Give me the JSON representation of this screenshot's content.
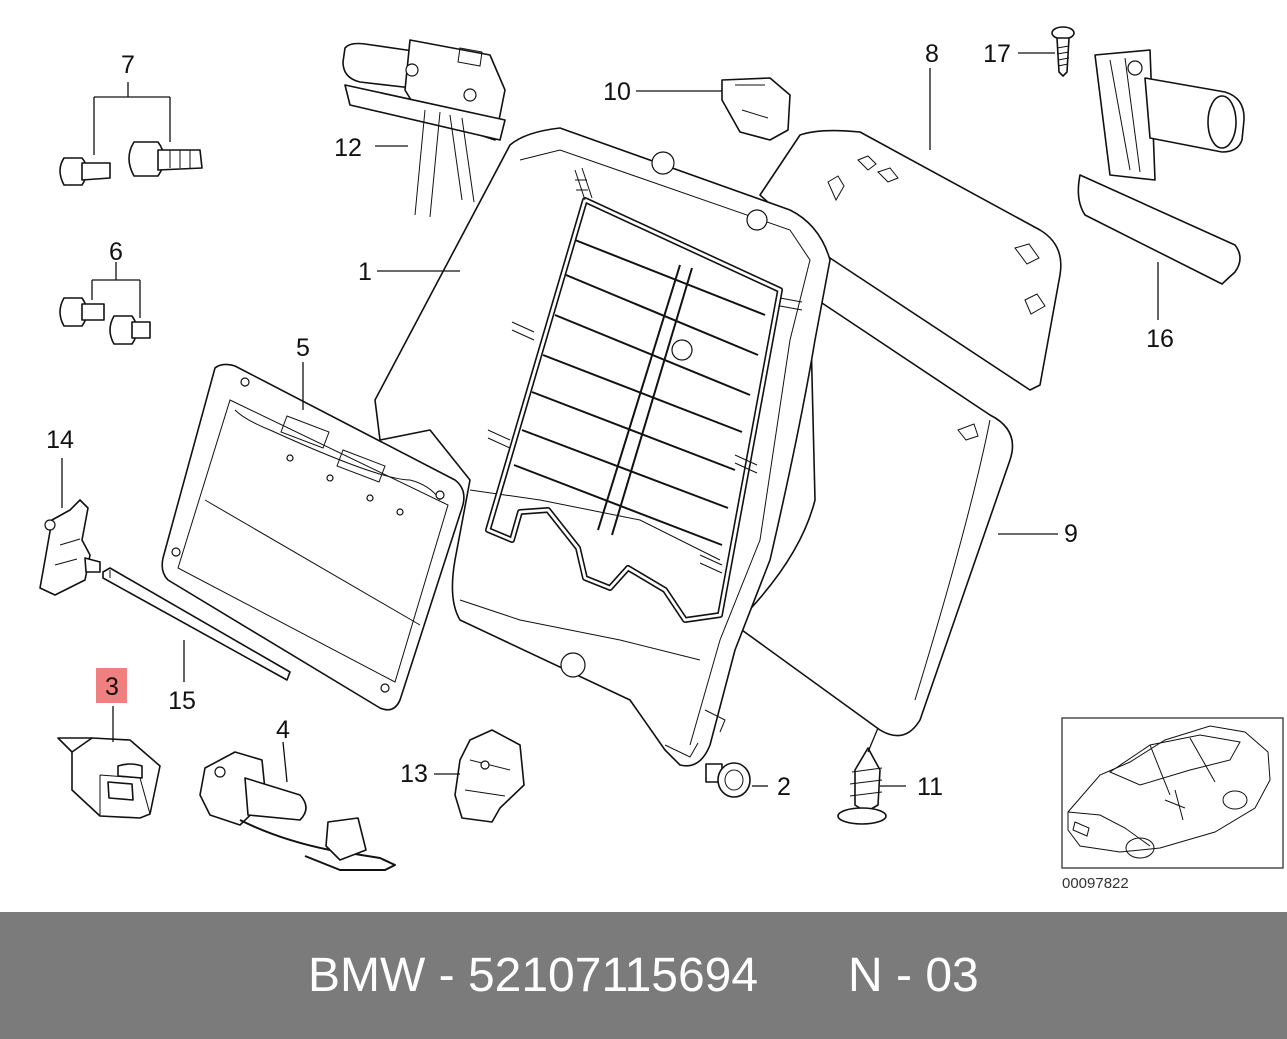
{
  "labels": {
    "l1": "1",
    "l2": "2",
    "l3": "3",
    "l4": "4",
    "l5": "5",
    "l6": "6",
    "l7": "7",
    "l8": "8",
    "l9": "9",
    "l10": "10",
    "l11": "11",
    "l12": "12",
    "l13": "13",
    "l14": "14",
    "l15": "15",
    "l16": "16",
    "l17": "17"
  },
  "highlight": {
    "label": "3",
    "color": "#f08080"
  },
  "reference_code": "00097822",
  "footer": {
    "part_text": "BMW - 52107115694",
    "position_text": "N - 03"
  },
  "colors": {
    "footer_bg": "#7b7b7b",
    "footer_text": "#ffffff",
    "line_art": "#111111"
  }
}
